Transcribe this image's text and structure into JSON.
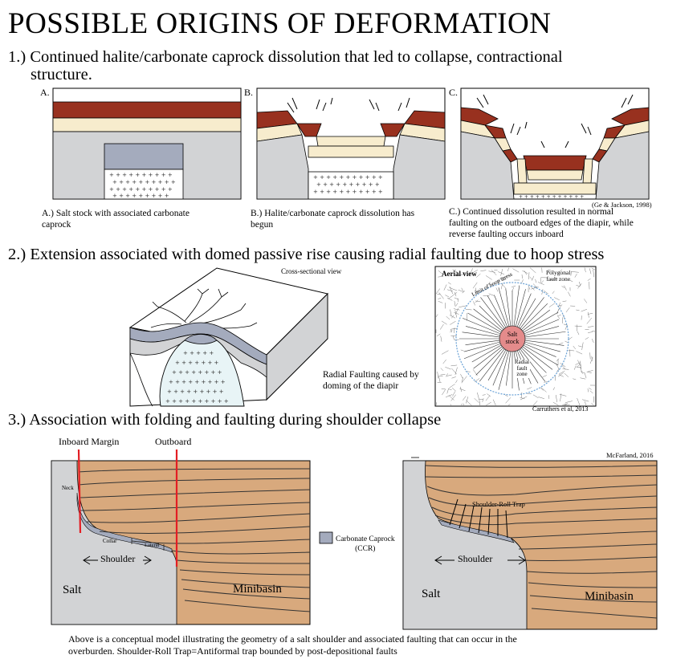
{
  "title": "POSSIBLE ORIGINS OF DEFORMATION",
  "section1": {
    "heading_line1": "1.) Continued halite/carbonate caprock dissolution that led to collapse, contractional",
    "heading_line2": "structure.",
    "panel_a_letter": "A.",
    "panel_b_letter": "B.",
    "panel_c_letter": "C.",
    "citation": "(Ge & Jackson, 1998)",
    "caption_a_line1": "A.) Salt stock with associated carbonate",
    "caption_a_line2": "caprock",
    "caption_b_line1": "B.) Halite/carbonate caprock dissolution has",
    "caption_b_line2": "begun",
    "caption_c_line1": "C.) Continued dissolution resulted in normal",
    "caption_c_line2": "faulting on the outboard edges of the diapir, while",
    "caption_c_line3": "reverse faulting occurs inboard"
  },
  "section2": {
    "heading": "2.) Extension associated with domed passive rise causing radial faulting due to hoop stress",
    "cross_section_label": "Cross-sectional view",
    "radial_caption_line1": "Radial Faulting caused by",
    "radial_caption_line2": "doming of the diapir",
    "aerial_label": "Aerial view",
    "polygonal_label_line1": "Polygonal",
    "polygonal_label_line2": "fault zone",
    "hoop_label": "Limit of hoop stress",
    "salt_stock_line1": "Salt",
    "salt_stock_line2": "stock",
    "radial_zone_line1": "Radial",
    "radial_zone_line2": "fault",
    "radial_zone_line3": "zone",
    "citation": "Carruthers et al, 2013"
  },
  "section3": {
    "heading": "3.) Association with folding and faulting during shoulder collapse",
    "inboard_label": "Inboard Margin",
    "outboard_label": "Outboard",
    "neck_label": "Neck",
    "collar_label": "Collar",
    "lateral_label": "Lateral",
    "shoulder_label": "Shoulder",
    "salt_label": "Salt",
    "minibasin_label": "Minibasin",
    "legend_line1": "Carbonate Caprock",
    "legend_line2": "(CCR)",
    "citation": "McFarland, 2016",
    "shoulder_roll_label": "Shoulder-Roll Trap",
    "shoulder_label_right": "Shoulder",
    "salt_label_right": "Salt",
    "minibasin_label_right": "Minibasin",
    "bottom_caption_line1": "Above is a conceptual model illustrating the geometry of a salt shoulder and associated faulting that can occur in the",
    "bottom_caption_line2": "overburden. Shoulder-Roll Trap=Antiformal trap bounded by post-depositional faults"
  },
  "colors": {
    "caprock_red": "#98311f",
    "cream": "#f7eccd",
    "salt_gray": "#d2d3d5",
    "cap_blue_gray": "#a4abbd",
    "sediment_tan": "#d8a97d",
    "fault_red": "#e31e24"
  }
}
